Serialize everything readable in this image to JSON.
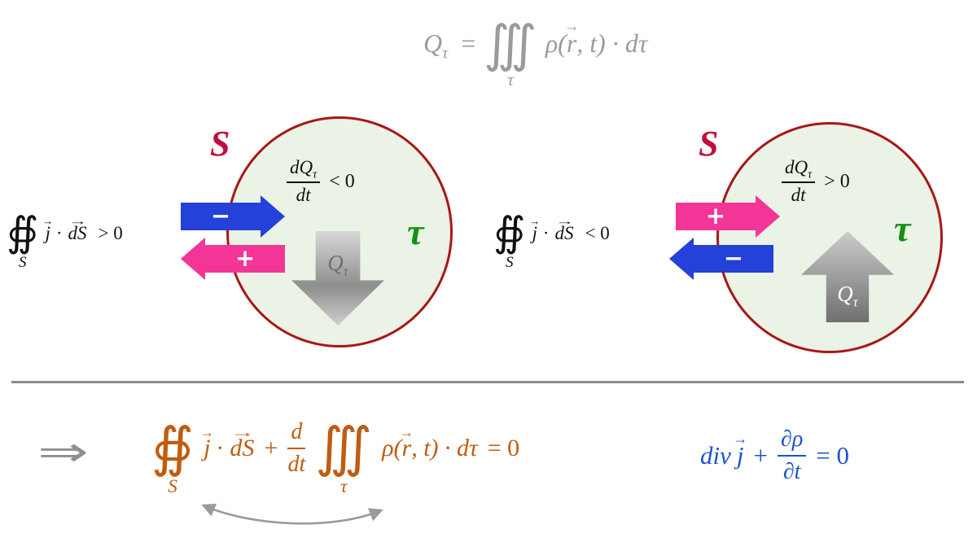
{
  "colors": {
    "circle_fill": "#eaf3e6",
    "circle_border": "#a81717",
    "s_label": "#c00e3c",
    "tau_label": "#149014",
    "blue_arrow": "#2441da",
    "pink_arrow": "#f23596",
    "gray_formula": "#9b9b9b",
    "orange_formula": "#c05c12",
    "blue_formula": "#1d52cf",
    "divider": "#8b8b8b",
    "implies": "#8f8f8f",
    "connector": "#9a9a9a"
  },
  "top_formula": {
    "lhs_base": "Q",
    "lhs_sub": "τ",
    "equals": "=",
    "integral": "∭",
    "integral_sub": "τ",
    "integrand_pre": "ρ(",
    "integrand_vec": "r",
    "integrand_post": ", t) · dτ"
  },
  "left_diagram": {
    "surface_label": "S",
    "volume_label": "τ",
    "flux": {
      "integral": "∯",
      "integral_sub": "S",
      "current_vec": "j",
      "dot": "·",
      "surface_vec": "dS",
      "relation": "> 0"
    },
    "rate": {
      "numerator_base": "dQ",
      "numerator_sub": "τ",
      "denominator": "dt",
      "relation": "< 0"
    },
    "inflow_sign": "−",
    "outflow_sign": "+",
    "charge_label_base": "Q",
    "charge_label_sub": "τ"
  },
  "right_diagram": {
    "surface_label": "S",
    "volume_label": "τ",
    "flux": {
      "integral": "∯",
      "integral_sub": "S",
      "current_vec": "j",
      "dot": "·",
      "surface_vec": "dS",
      "relation": "< 0"
    },
    "rate": {
      "numerator_base": "dQ",
      "numerator_sub": "τ",
      "denominator": "dt",
      "relation": "> 0"
    },
    "inflow_sign": "+",
    "outflow_sign": "−",
    "charge_label_base": "Q",
    "charge_label_sub": "τ"
  },
  "conclusion": {
    "implies": "⇒",
    "surface_integral": "∯",
    "surface_integral_sub": "S",
    "current_vec": "j",
    "dot": "·",
    "surface_vec": "dS",
    "plus": "+",
    "ddt_numerator": "d",
    "ddt_denominator": "dt",
    "volume_integral": "∭",
    "volume_integral_sub": "τ",
    "integrand_pre": "ρ(",
    "integrand_vec": "r",
    "integrand_post": ", t) · dτ",
    "equals_zero": "= 0"
  },
  "local_form": {
    "div": "div",
    "current_vec": "j",
    "plus": "+",
    "numerator": "∂ρ",
    "denominator": "∂t",
    "equals_zero": "= 0"
  }
}
